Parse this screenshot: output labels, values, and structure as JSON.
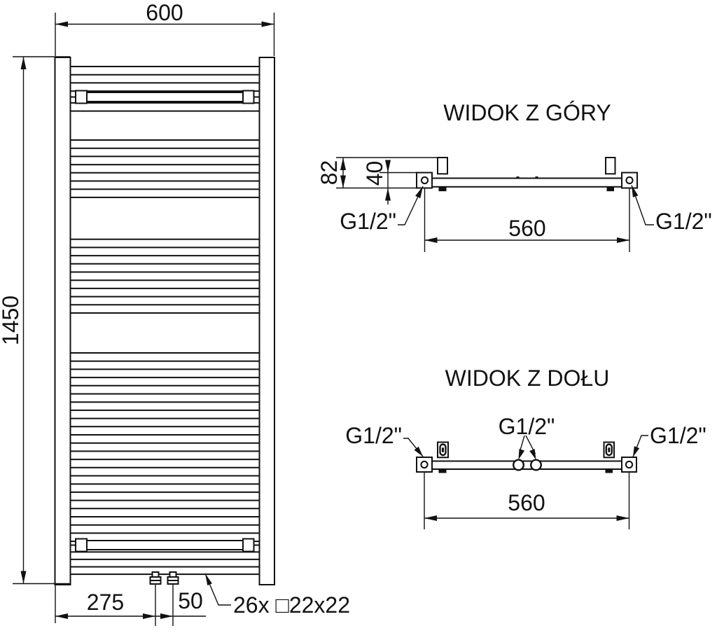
{
  "colors": {
    "line": "#111111",
    "background": "#ffffff"
  },
  "front_view": {
    "width_label": "600",
    "height_label": "1450",
    "valve_offset_label": "275",
    "valve_spacing_label": "50",
    "tube_count_label": "26x □22x22",
    "tube_groups": [
      {
        "y": 95.0,
        "rows": 3,
        "pitch": 11.7
      },
      {
        "y": 146.9,
        "rows": 1,
        "pitch": 11.7
      },
      {
        "y": 200.0,
        "rows": 7,
        "pitch": 11.7
      },
      {
        "y": 341.7,
        "rows": 9,
        "pitch": 11.7
      },
      {
        "y": 504.0,
        "rows": 23,
        "pitch": 11.7
      },
      {
        "y": 788.3,
        "rows": 3,
        "pitch": 10.6
      }
    ]
  },
  "top_view": {
    "title": "WIDOK Z GÓRY",
    "total_depth_label": "82",
    "collector_depth_label": "40",
    "connection_spacing_label": "560",
    "thread_left_label": "G1/2\"",
    "thread_right_label": "G1/2\""
  },
  "bottom_view": {
    "title": "WIDOK Z DOŁU",
    "connection_spacing_label": "560",
    "thread_left_label": "G1/2\"",
    "thread_center_label": "G1/2\"",
    "thread_right_label": "G1/2\""
  }
}
